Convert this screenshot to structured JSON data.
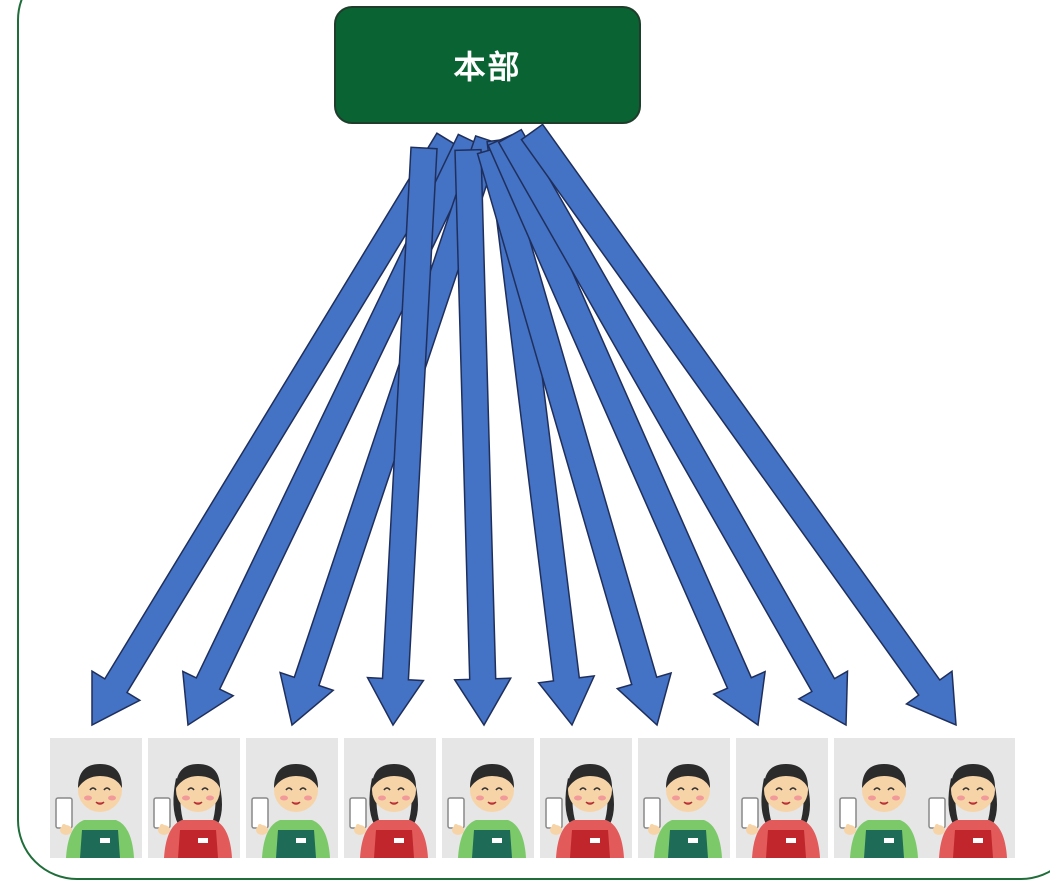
{
  "hq": {
    "label": "本部",
    "fill": "#0a6332",
    "text_color": "#ffffff"
  },
  "arrows": {
    "fill": "#4472c4",
    "stroke": "#1f2f5c",
    "count": 10
  },
  "staff": [
    {
      "uniform": "green",
      "hair": "short"
    },
    {
      "uniform": "red",
      "hair": "long"
    },
    {
      "uniform": "green",
      "hair": "short"
    },
    {
      "uniform": "red",
      "hair": "long"
    },
    {
      "uniform": "green",
      "hair": "short"
    },
    {
      "uniform": "red",
      "hair": "long"
    },
    {
      "uniform": "green",
      "hair": "short"
    },
    {
      "uniform": "red",
      "hair": "long"
    },
    {
      "uniform": "green",
      "hair": "short"
    },
    {
      "uniform": "red",
      "hair": "long"
    }
  ],
  "colors": {
    "frame": "#1f6e3a",
    "uniform_green": "#1e6b57",
    "uniform_red": "#c0262b",
    "shirt_green": "#7cc96a",
    "shirt_red": "#e25a5a",
    "skin": "#f7d4a8",
    "hair": "#2b2b2b"
  }
}
